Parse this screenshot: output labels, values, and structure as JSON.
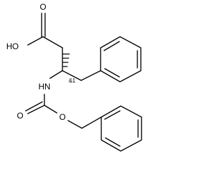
{
  "molecule": {
    "atom_labels": {
      "carbonyl_oxygen_acid": "O",
      "hydroxyl": "HO",
      "amine": "HN",
      "carbonyl_oxygen_carbamate": "O",
      "ester_oxygen": "O"
    },
    "stereo_label": "&1",
    "colors": {
      "bond": "#000000",
      "background": "#ffffff"
    }
  }
}
